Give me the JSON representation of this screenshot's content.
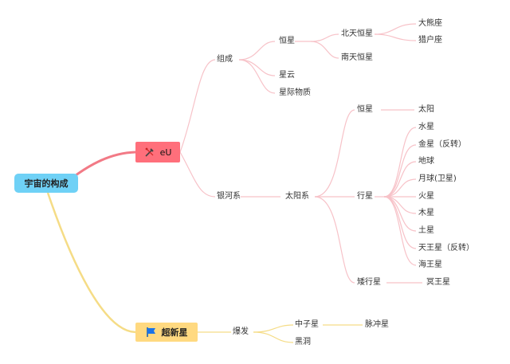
{
  "root": {
    "label": "宇宙的构成"
  },
  "branch_eu": {
    "label": "eU"
  },
  "branch_supernova": {
    "label": "超新星"
  },
  "nodes": {
    "zucheng": "组成",
    "hengxing1": "恒星",
    "beitian": "北天恒星",
    "daxiong": "大熊座",
    "liehu": "猎户座",
    "nantian": "南天恒星",
    "xingyun": "星云",
    "xingji": "星际物质",
    "yinhe": "银河系",
    "taiyangxi": "太阳系",
    "hengxing2": "恒星",
    "taiyang": "太阳",
    "xingxing": "行星",
    "shuixing": "水星",
    "jinxing": "金星（反转）",
    "diqiu": "地球",
    "yueqiu": "月球(卫星)",
    "huoxing": "火星",
    "muxing": "木星",
    "tuxing": "土星",
    "tianwang": "天王星（反转）",
    "haiwang": "海王星",
    "aixing": "矮行星",
    "mingwang": "冥王星",
    "baofa": "爆发",
    "zhongzi": "中子星",
    "maichong": "脉冲星",
    "heidong": "黑洞"
  },
  "colors": {
    "root_bg": "#6fd1f6",
    "red_branch_bg": "#ff6f7b",
    "yellow_branch_bg": "#ffd980",
    "red_line": "#f27a86",
    "pink_line": "#f7c2c8",
    "yellow_line": "#f5dc86"
  },
  "icons": {
    "eu_icon": "tools-icon",
    "supernova_icon": "flag-icon"
  }
}
